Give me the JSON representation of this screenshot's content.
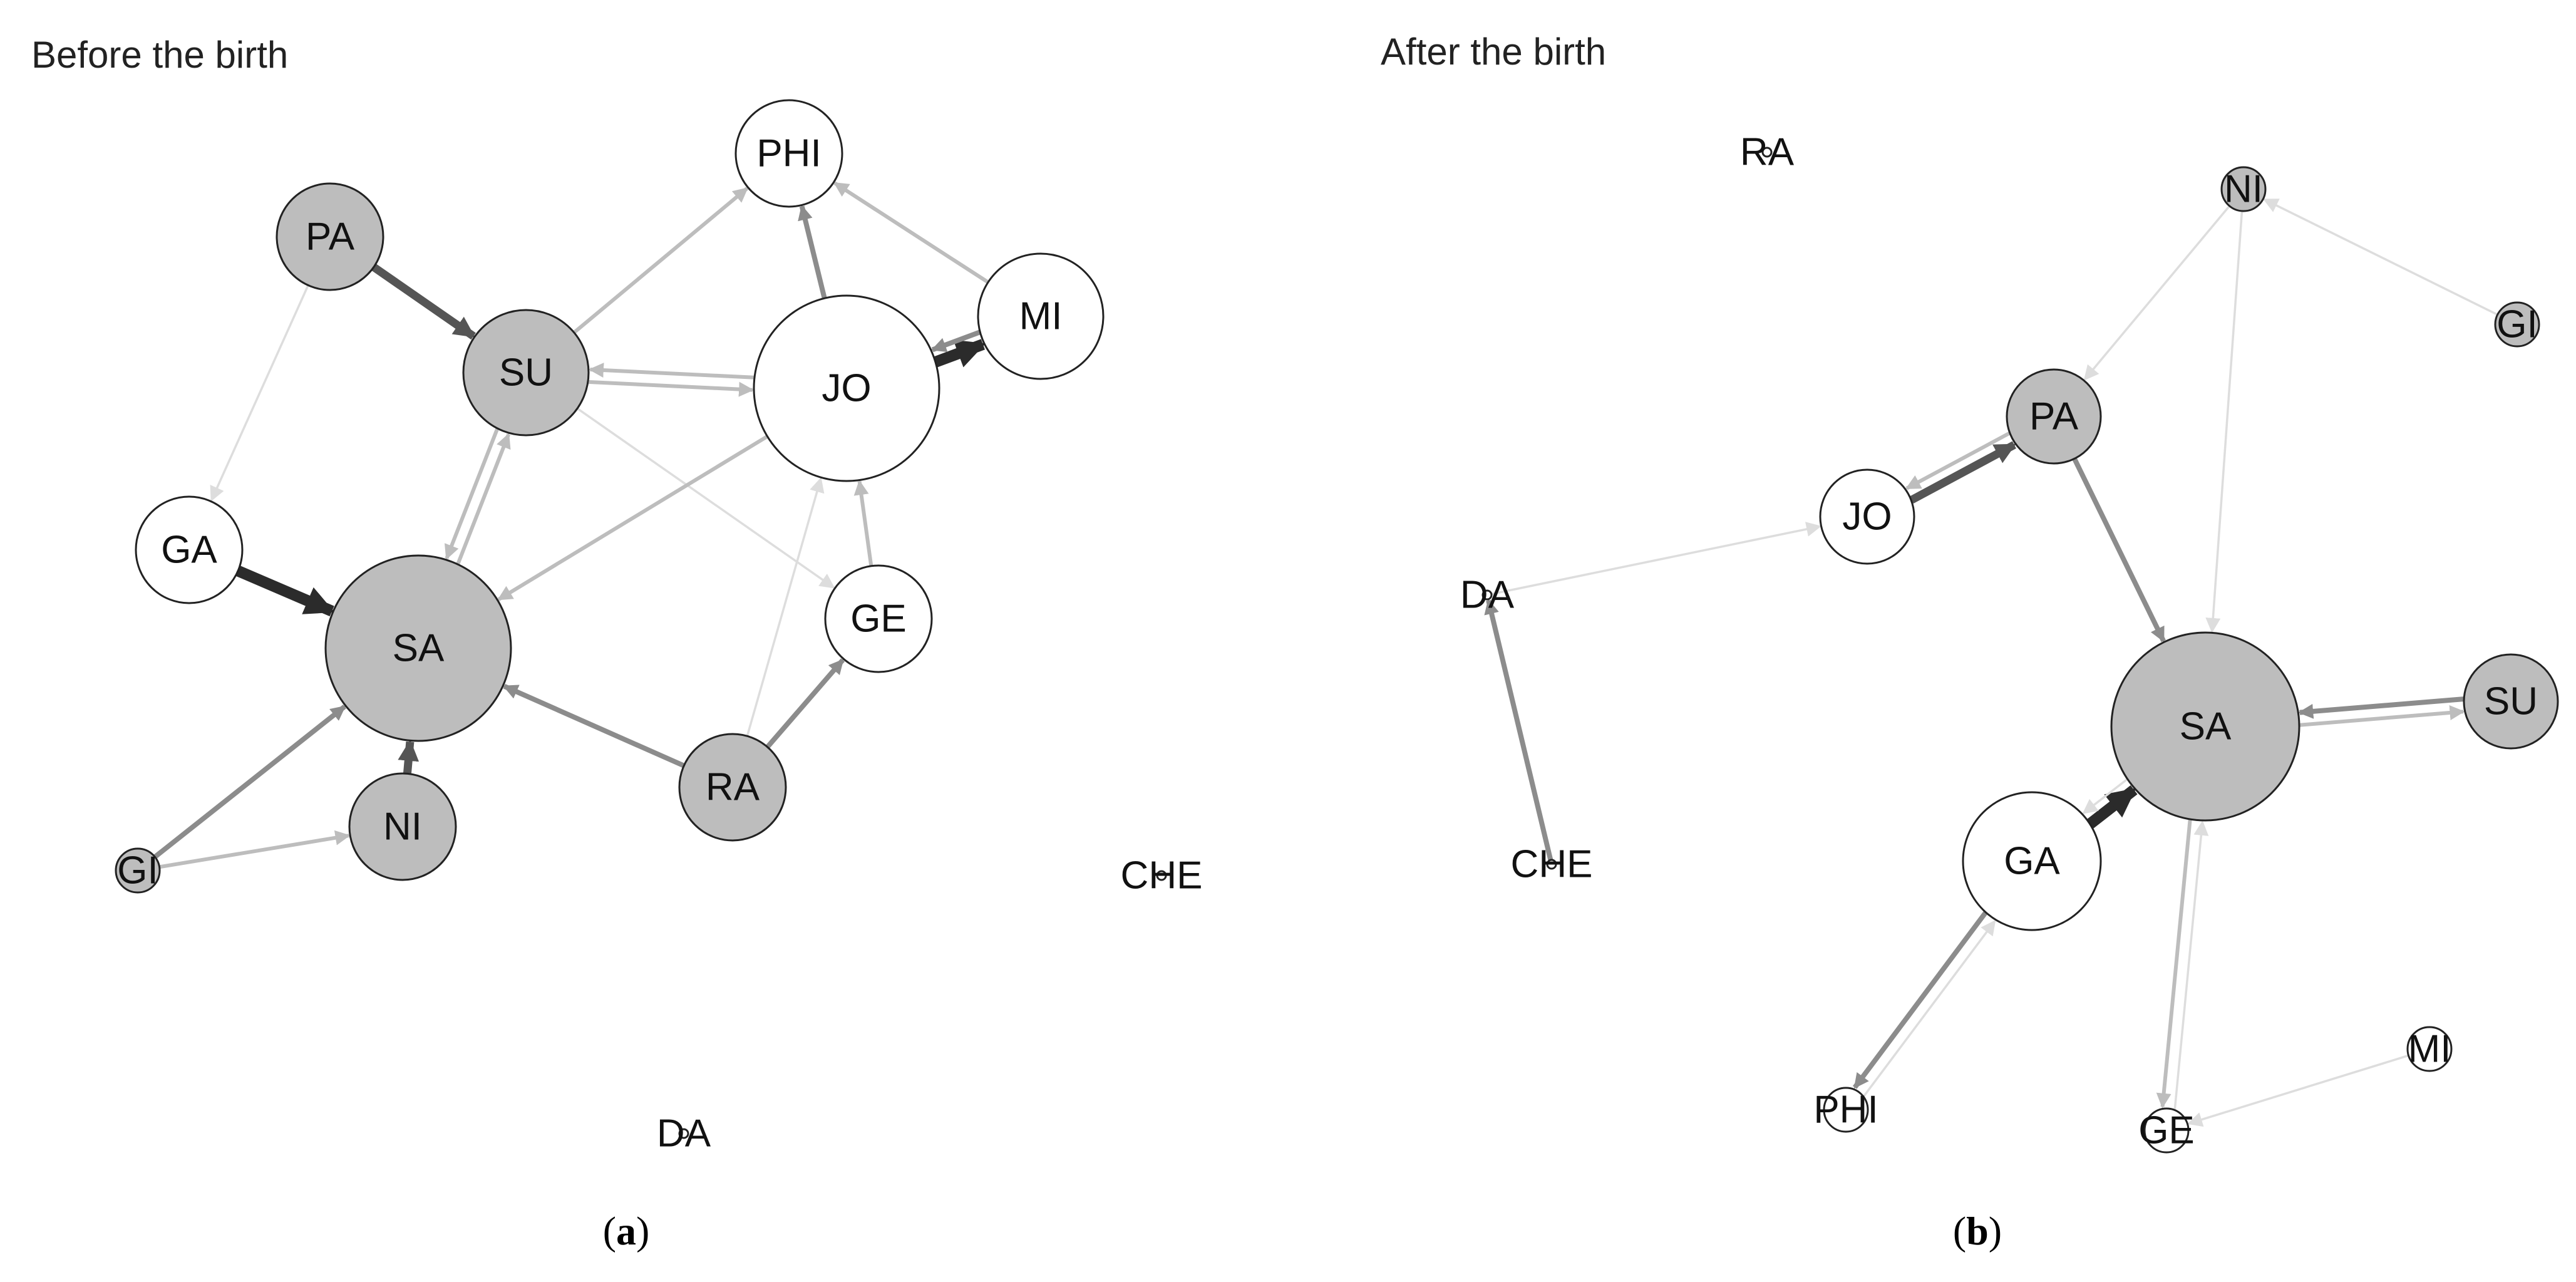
{
  "colors": {
    "node_fill_white": "#ffffff",
    "node_fill_gray": "#bdbdbd",
    "node_stroke": "#222222",
    "edge_darkest": "#2b2b2b",
    "edge_dark": "#555555",
    "edge_mid": "#8c8c8c",
    "edge_light": "#bdbdbd",
    "edge_faint": "#dddddd"
  },
  "panels": [
    {
      "id": "a",
      "title": "Before the birth",
      "caption_letter": "a",
      "nodes": [
        {
          "id": "PHI",
          "label": "PHI",
          "fill": "white",
          "size": "small"
        },
        {
          "id": "PA",
          "label": "PA",
          "fill": "gray",
          "size": "small"
        },
        {
          "id": "SU",
          "label": "SU",
          "fill": "gray",
          "size": "medium"
        },
        {
          "id": "JO",
          "label": "JO",
          "fill": "white",
          "size": "large"
        },
        {
          "id": "MI",
          "label": "MI",
          "fill": "white",
          "size": "medium"
        },
        {
          "id": "GA",
          "label": "GA",
          "fill": "white",
          "size": "small"
        },
        {
          "id": "SA",
          "label": "SA",
          "fill": "gray",
          "size": "large"
        },
        {
          "id": "GE",
          "label": "GE",
          "fill": "white",
          "size": "small"
        },
        {
          "id": "RA",
          "label": "RA",
          "fill": "gray",
          "size": "small"
        },
        {
          "id": "NI",
          "label": "NI",
          "fill": "gray",
          "size": "small"
        },
        {
          "id": "GI",
          "label": "GI",
          "fill": "gray",
          "size": "tiny"
        },
        {
          "id": "CHE",
          "label": "CHE",
          "fill": "white",
          "size": "dot"
        },
        {
          "id": "DA",
          "label": "DA",
          "fill": "white",
          "size": "dot"
        }
      ],
      "edges": [
        {
          "from": "PA",
          "to": "SU",
          "strength": "strong"
        },
        {
          "from": "PA",
          "to": "GA",
          "strength": "faint"
        },
        {
          "from": "SU",
          "to": "PHI",
          "strength": "light"
        },
        {
          "from": "SU",
          "to": "JO",
          "strength": "light"
        },
        {
          "from": "SU",
          "to": "SA",
          "strength": "light"
        },
        {
          "from": "SU",
          "to": "GE",
          "strength": "faint"
        },
        {
          "from": "JO",
          "to": "PHI",
          "strength": "medium"
        },
        {
          "from": "JO",
          "to": "MI",
          "strength": "strongest"
        },
        {
          "from": "JO",
          "to": "SA",
          "strength": "light"
        },
        {
          "from": "JO",
          "to": "SU",
          "strength": "light"
        },
        {
          "from": "MI",
          "to": "JO",
          "strength": "medium"
        },
        {
          "from": "MI",
          "to": "PHI",
          "strength": "light"
        },
        {
          "from": "GA",
          "to": "SA",
          "strength": "strongest"
        },
        {
          "from": "SA",
          "to": "SU",
          "strength": "light"
        },
        {
          "from": "GE",
          "to": "JO",
          "strength": "light"
        },
        {
          "from": "RA",
          "to": "GE",
          "strength": "medium"
        },
        {
          "from": "RA",
          "to": "SA",
          "strength": "medium"
        },
        {
          "from": "RA",
          "to": "JO",
          "strength": "faint"
        },
        {
          "from": "NI",
          "to": "SA",
          "strength": "strong"
        },
        {
          "from": "GI",
          "to": "SA",
          "strength": "medium"
        },
        {
          "from": "GI",
          "to": "NI",
          "strength": "light"
        }
      ]
    },
    {
      "id": "b",
      "title": "After the birth",
      "caption_letter": "b",
      "nodes": [
        {
          "id": "RA",
          "label": "RA",
          "fill": "white",
          "size": "dot"
        },
        {
          "id": "NI",
          "label": "NI",
          "fill": "gray",
          "size": "tiny"
        },
        {
          "id": "GI",
          "label": "GI",
          "fill": "gray",
          "size": "tiny"
        },
        {
          "id": "PA",
          "label": "PA",
          "fill": "gray",
          "size": "small"
        },
        {
          "id": "JO",
          "label": "JO",
          "fill": "white",
          "size": "small"
        },
        {
          "id": "DA",
          "label": "DA",
          "fill": "white",
          "size": "dot"
        },
        {
          "id": "SA",
          "label": "SA",
          "fill": "gray",
          "size": "xlarge"
        },
        {
          "id": "SU",
          "label": "SU",
          "fill": "gray",
          "size": "small"
        },
        {
          "id": "CHE",
          "label": "CHE",
          "fill": "white",
          "size": "dot"
        },
        {
          "id": "GA",
          "label": "GA",
          "fill": "white",
          "size": "medium"
        },
        {
          "id": "PHI",
          "label": "PHI",
          "fill": "white",
          "size": "tiny"
        },
        {
          "id": "GE",
          "label": "GE",
          "fill": "white",
          "size": "tiny"
        },
        {
          "id": "MI",
          "label": "MI",
          "fill": "white",
          "size": "tiny"
        }
      ],
      "edges": [
        {
          "from": "GI",
          "to": "NI",
          "strength": "faint"
        },
        {
          "from": "NI",
          "to": "PA",
          "strength": "faint"
        },
        {
          "from": "NI",
          "to": "SA",
          "strength": "faint"
        },
        {
          "from": "JO",
          "to": "PA",
          "strength": "strong"
        },
        {
          "from": "PA",
          "to": "JO",
          "strength": "light"
        },
        {
          "from": "PA",
          "to": "SA",
          "strength": "medium"
        },
        {
          "from": "DA",
          "to": "JO",
          "strength": "faint"
        },
        {
          "from": "CHE",
          "to": "DA",
          "strength": "medium"
        },
        {
          "from": "SU",
          "to": "SA",
          "strength": "medium"
        },
        {
          "from": "SA",
          "to": "SU",
          "strength": "light"
        },
        {
          "from": "GA",
          "to": "SA",
          "strength": "strongest"
        },
        {
          "from": "SA",
          "to": "GA",
          "strength": "faint"
        },
        {
          "from": "GA",
          "to": "PHI",
          "strength": "medium"
        },
        {
          "from": "SA",
          "to": "GE",
          "strength": "light"
        },
        {
          "from": "GE",
          "to": "SA",
          "strength": "faint"
        },
        {
          "from": "MI",
          "to": "GE",
          "strength": "faint"
        },
        {
          "from": "PHI",
          "to": "GA",
          "strength": "faint"
        }
      ]
    }
  ]
}
